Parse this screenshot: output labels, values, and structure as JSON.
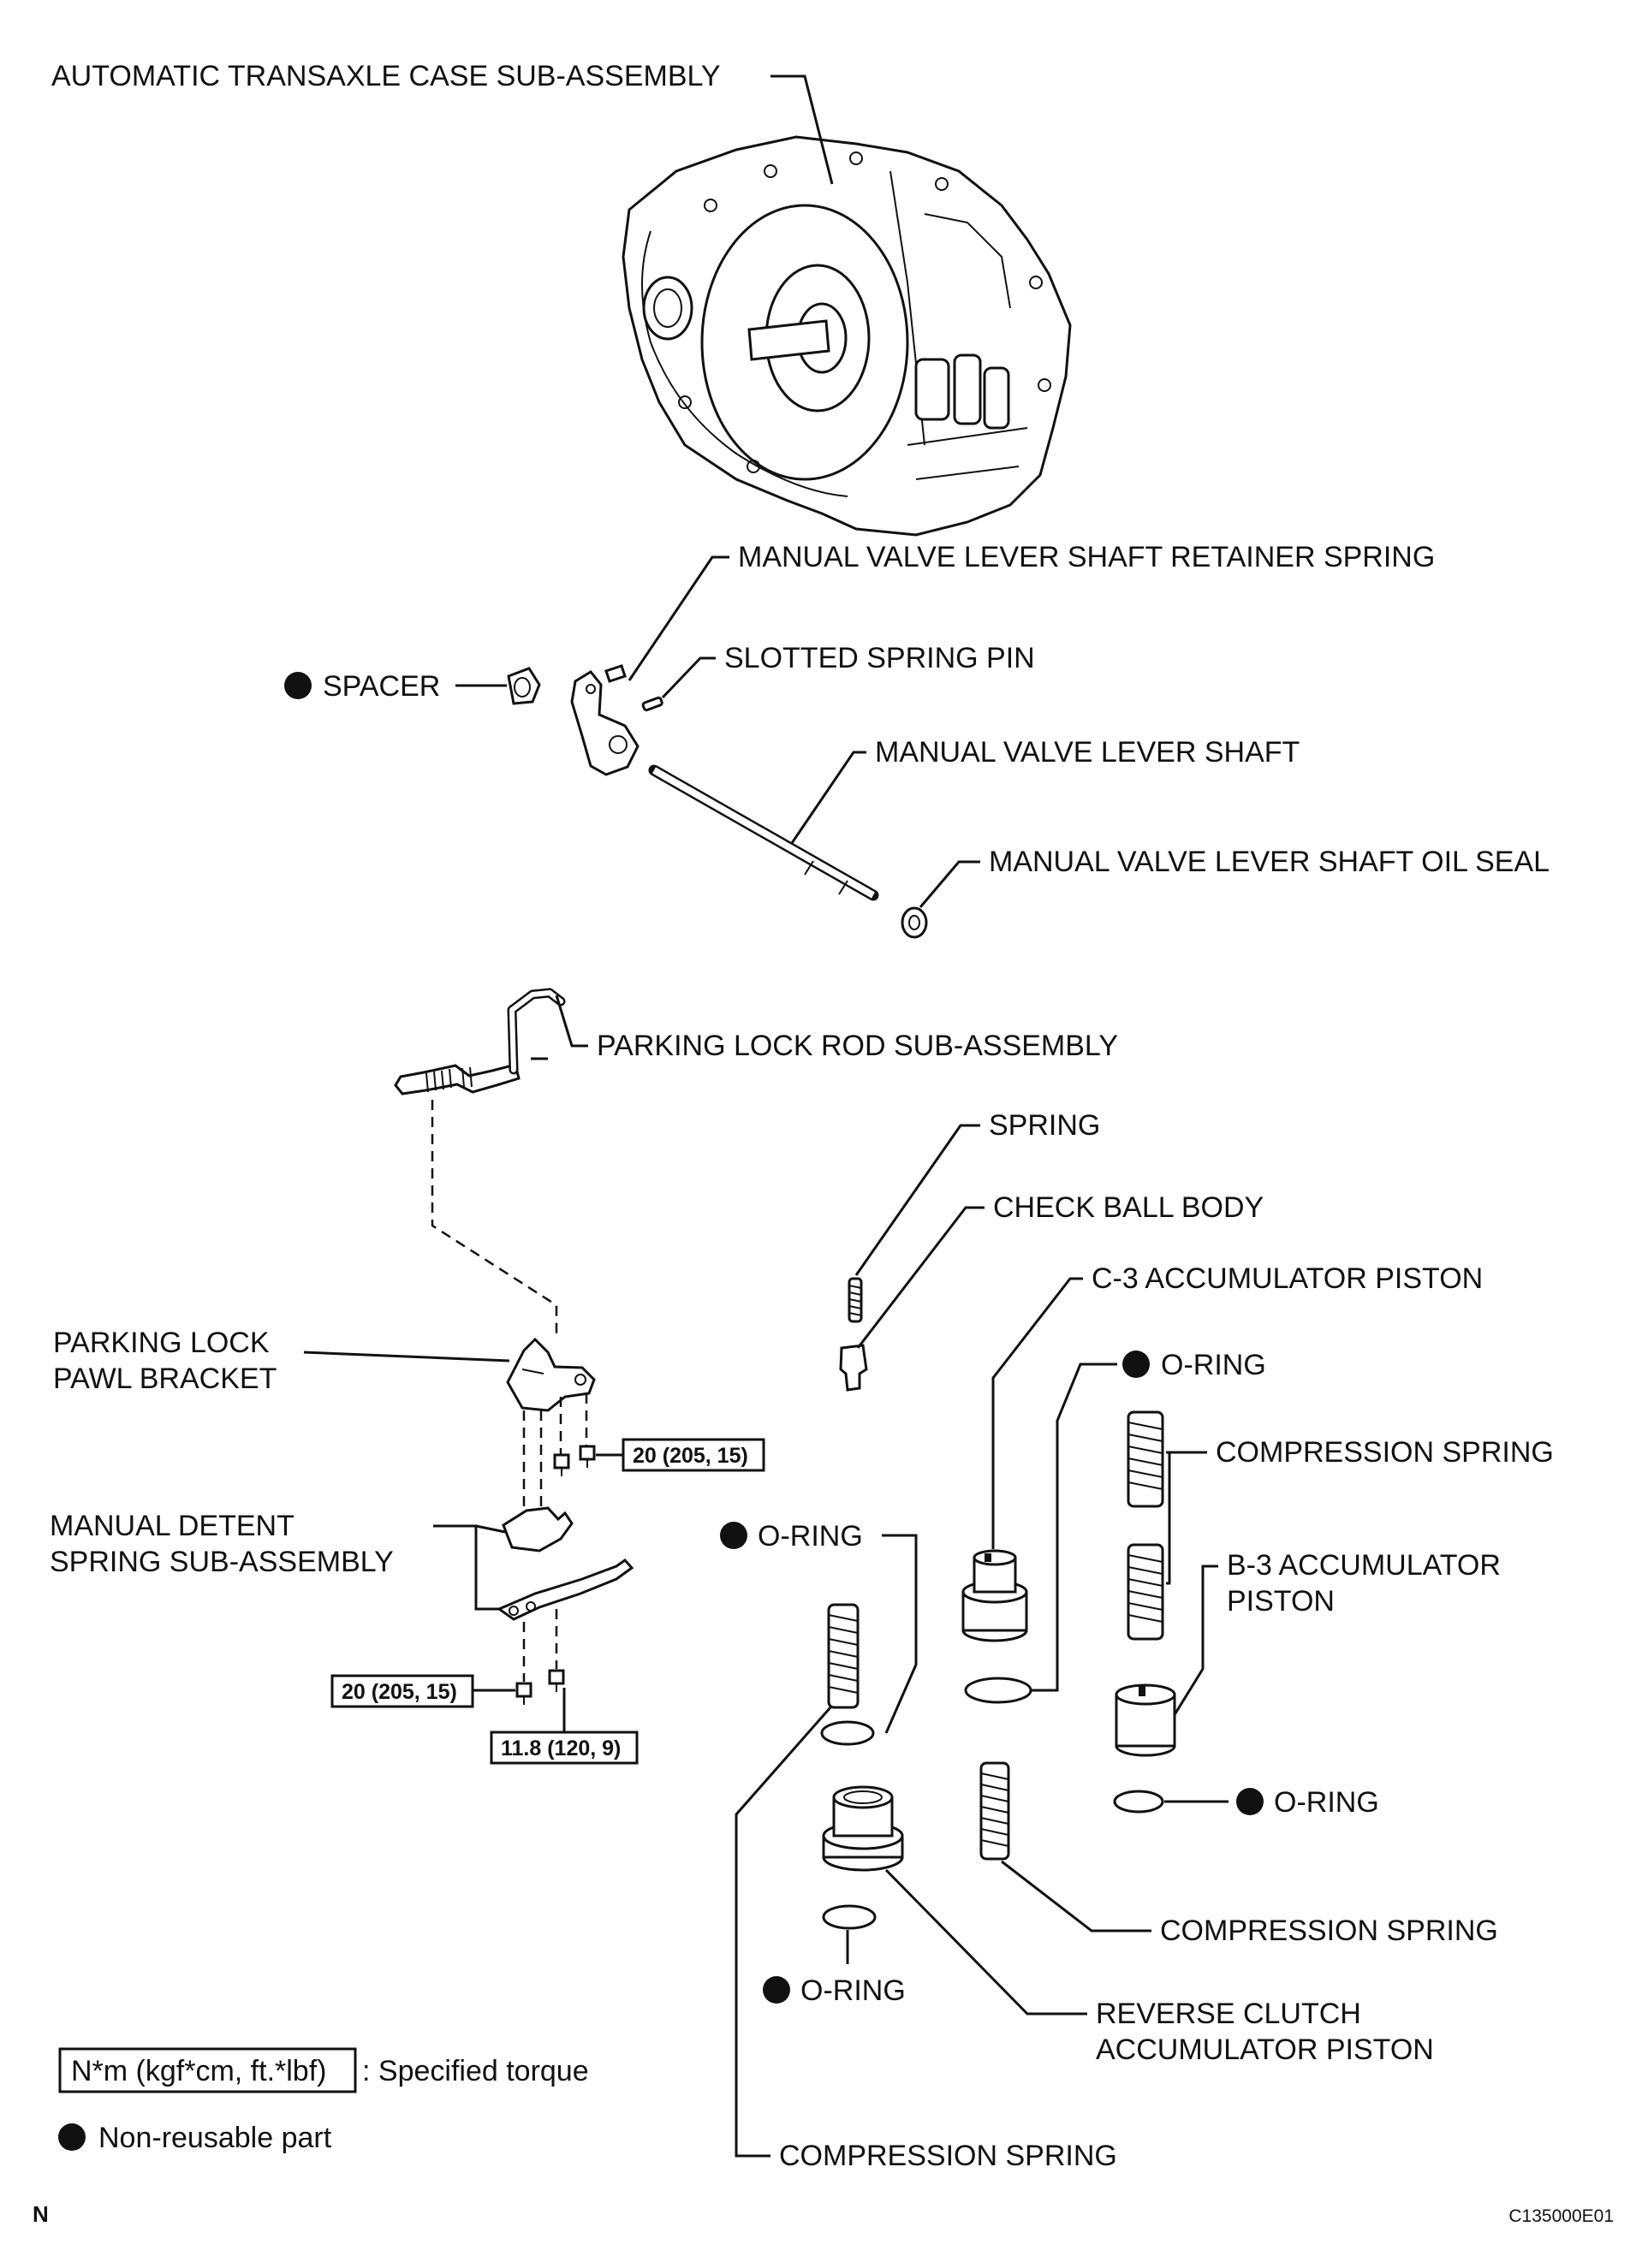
{
  "labels": {
    "case": "AUTOMATIC TRANSAXLE CASE SUB-ASSEMBLY",
    "retainer_spring": "MANUAL VALVE LEVER SHAFT RETAINER SPRING",
    "spacer": "SPACER",
    "slotted_pin": "SLOTTED SPRING PIN",
    "lever_shaft": "MANUAL VALVE LEVER SHAFT",
    "oil_seal": "MANUAL VALVE LEVER SHAFT OIL SEAL",
    "parking_rod": "PARKING LOCK ROD SUB-ASSEMBLY",
    "spring": "SPRING",
    "check_ball": "CHECK BALL BODY",
    "c3_piston": "C-3 ACCUMULATOR PISTON",
    "o_ring": "O-RING",
    "compression_spring": "COMPRESSION SPRING",
    "pawl_bracket_1": "PARKING LOCK",
    "pawl_bracket_2": "PAWL BRACKET",
    "detent_1": "MANUAL DETENT",
    "detent_2": "SPRING SUB-ASSEMBLY",
    "b3_1": "B-3 ACCUMULATOR",
    "b3_2": "PISTON",
    "reverse_1": "REVERSE CLUTCH",
    "reverse_2": "ACCUMULATOR PISTON"
  },
  "torques": {
    "bracket_bolt": "20 (205, 15)",
    "detent_bolt": "20 (205, 15)",
    "detent_bolt_2": "11.8 (120, 9)"
  },
  "legend": {
    "torque_unit": "N*m (kgf*cm, ft.*lbf)",
    "torque_text": ": Specified torque",
    "nonreusable_text": "Non-reusable part"
  },
  "footer": {
    "orientation": "N",
    "figure_code": "C135000E01"
  }
}
